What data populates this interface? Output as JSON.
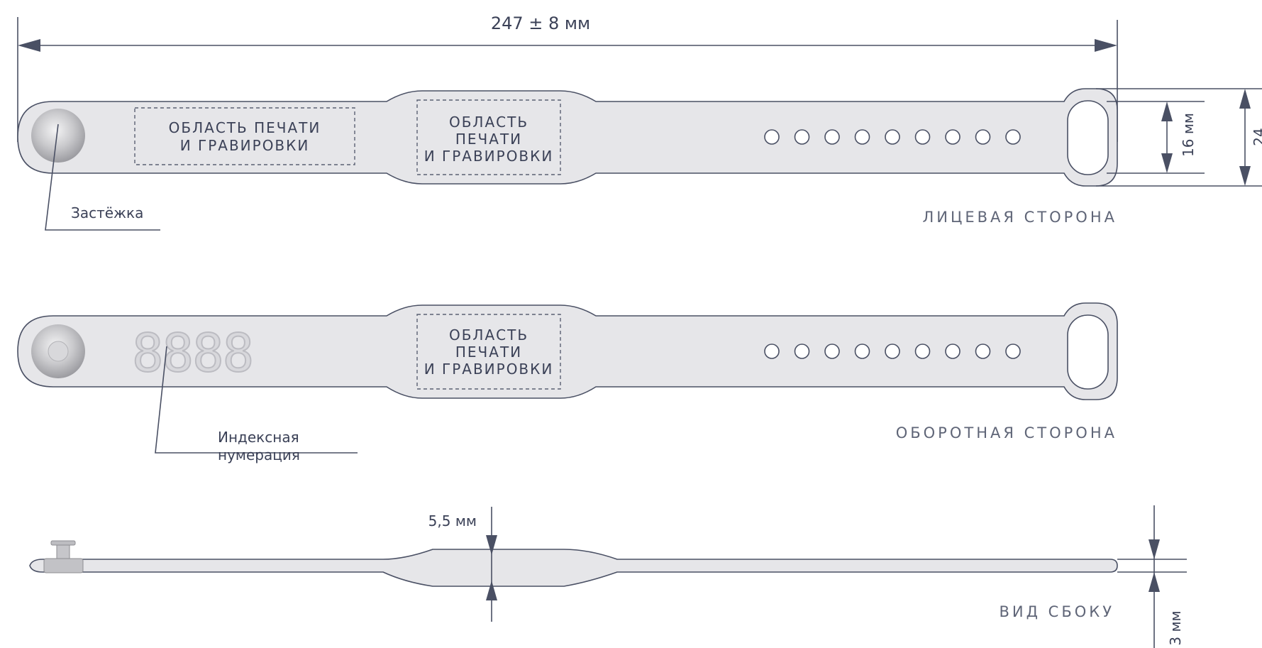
{
  "dimensions": {
    "length": "247 ± 8 мм",
    "strap_width": "16 мм",
    "clasp_width_partial": "24",
    "thickness_center": "5,5 мм",
    "thickness_edge": "3 мм"
  },
  "front": {
    "area_left_lines": [
      "ОБЛАСТЬ ПЕЧАТИ",
      "И ГРАВИРОВКИ"
    ],
    "area_center_lines": [
      "ОБЛАСТЬ",
      "ПЕЧАТИ",
      "И ГРАВИРОВКИ"
    ],
    "clasp_label": "Застёжка",
    "caption": "ЛИЦЕВАЯ СТОРОНА",
    "hole_count": 9
  },
  "back": {
    "index_digits": "8888",
    "area_center_lines": [
      "ОБЛАСТЬ",
      "ПЕЧАТИ",
      "И ГРАВИРОВКИ"
    ],
    "index_label_lines": [
      "Индексная",
      "нумерация"
    ],
    "caption": "ОБОРОТНАЯ СТОРОНА",
    "hole_count": 9
  },
  "side": {
    "caption": "ВИД СБОКУ"
  },
  "colors": {
    "band_fill": "#e6e6e9",
    "outline": "#4a5064",
    "text": "#3b4157"
  }
}
